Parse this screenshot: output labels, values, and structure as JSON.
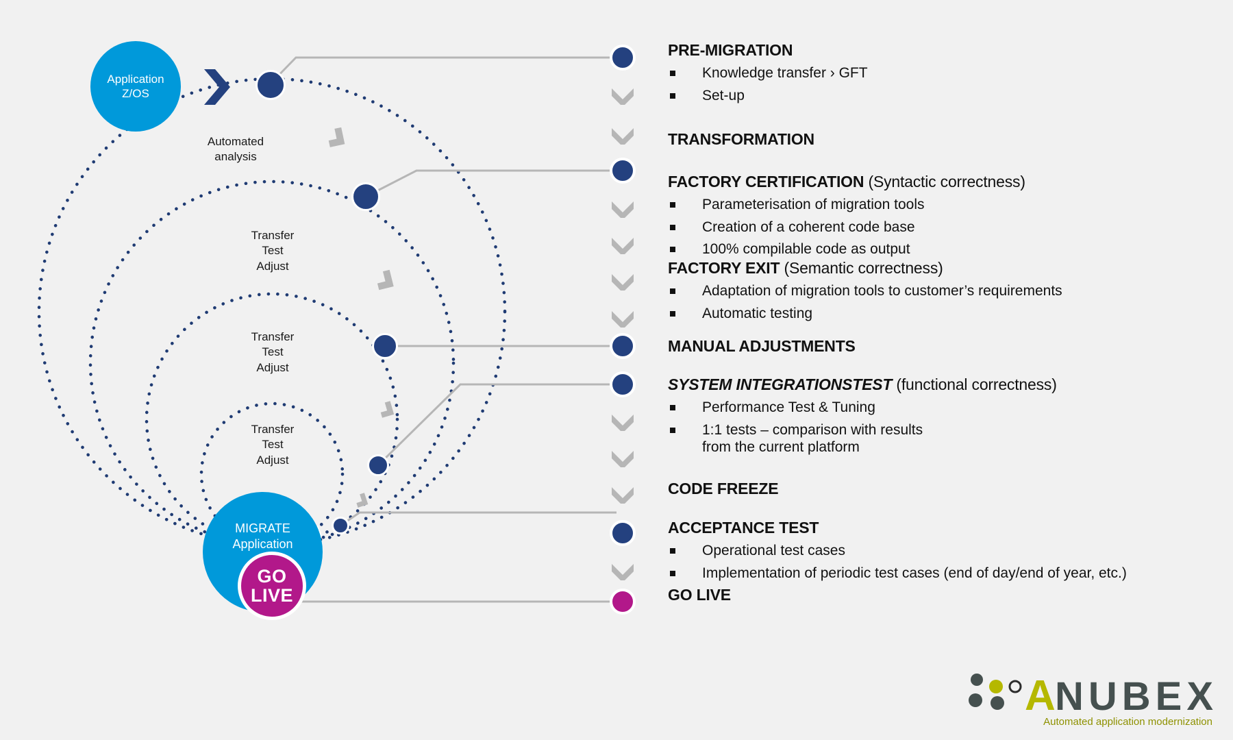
{
  "page": {
    "background": "#f1f1f1",
    "accent_blue": "#0099da",
    "accent_navy": "#24417f",
    "accent_magenta": "#b2188a",
    "accent_gray": "#b6b6b6",
    "logo_olive": "#b5b800"
  },
  "diagram": {
    "source_circle": {
      "line1": "Application",
      "line2": "Z/OS"
    },
    "center_circle": {
      "line1": "MIGRATE",
      "line2": "Application"
    },
    "goal_circle": {
      "line1": "GO",
      "line2": "LIVE"
    },
    "orbit_labels": [
      {
        "lines": [
          "Automated",
          "analysis"
        ]
      },
      {
        "lines": [
          "Transfer",
          "Test",
          "Adjust"
        ]
      },
      {
        "lines": [
          "Transfer",
          "Test",
          "Adjust"
        ]
      },
      {
        "lines": [
          "Transfer",
          "Test",
          "Adjust"
        ]
      }
    ]
  },
  "milestones": [
    {
      "title": "PRE-MIGRATION",
      "subtitle": "",
      "italic": false,
      "marker": "dot-navy",
      "bullets": [
        "Knowledge transfer › GFT",
        "Set-up"
      ]
    },
    {
      "title": "TRANSFORMATION",
      "subtitle": "",
      "italic": false,
      "marker": "chevron",
      "bullets": []
    },
    {
      "title": "FACTORY CERTIFICATION",
      "subtitle": " (Syntactic correctness)",
      "italic": false,
      "marker": "dot-navy",
      "bullets": [
        "Parameterisation of migration tools",
        "Creation of a coherent code base",
        "100% compilable code as output"
      ]
    },
    {
      "title": "FACTORY EXIT",
      "subtitle": " (Semantic correctness)",
      "italic": false,
      "marker": "chevron",
      "bullets": [
        "Adaptation of migration tools to customer’s requirements",
        "Automatic testing"
      ]
    },
    {
      "title": "MANUAL ADJUSTMENTS",
      "subtitle": "",
      "italic": false,
      "marker": "dot-navy",
      "bullets": []
    },
    {
      "title": "SYSTEM INTEGRATIONSTEST",
      "subtitle": " (functional correctness)",
      "italic": true,
      "marker": "dot-navy",
      "bullets": [
        "Performance Test & Tuning",
        "1:1 tests – comparison with results",
        "from the current platform"
      ]
    },
    {
      "title": "CODE FREEZE",
      "subtitle": "",
      "italic": false,
      "marker": "chevron",
      "bullets": []
    },
    {
      "title": "ACCEPTANCE TEST",
      "subtitle": "",
      "italic": false,
      "marker": "dot-navy",
      "bullets": [
        "Operational test cases",
        "Implementation of periodic test cases (end of day/end of year, etc.)"
      ]
    },
    {
      "title": "GO LIVE",
      "subtitle": "",
      "italic": false,
      "marker": "dot-magenta",
      "bullets": []
    }
  ],
  "logo": {
    "letter": "A",
    "word": "NUBEX",
    "tagline": "Automated application modernization"
  }
}
